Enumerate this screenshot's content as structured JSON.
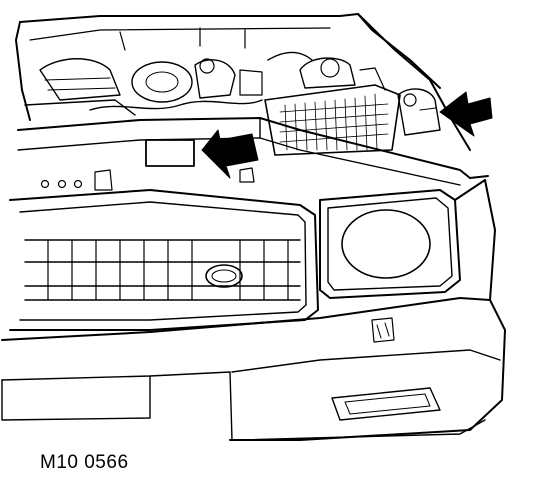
{
  "figure": {
    "reference_code": "M10 0566",
    "line_color": "#000000",
    "background_color": "#ffffff",
    "callouts": [
      {
        "name": "arrow-to-bonnet-label",
        "icon": "filled-arrow"
      },
      {
        "name": "arrow-to-washer-reservoir",
        "icon": "filled-arrow"
      }
    ]
  }
}
